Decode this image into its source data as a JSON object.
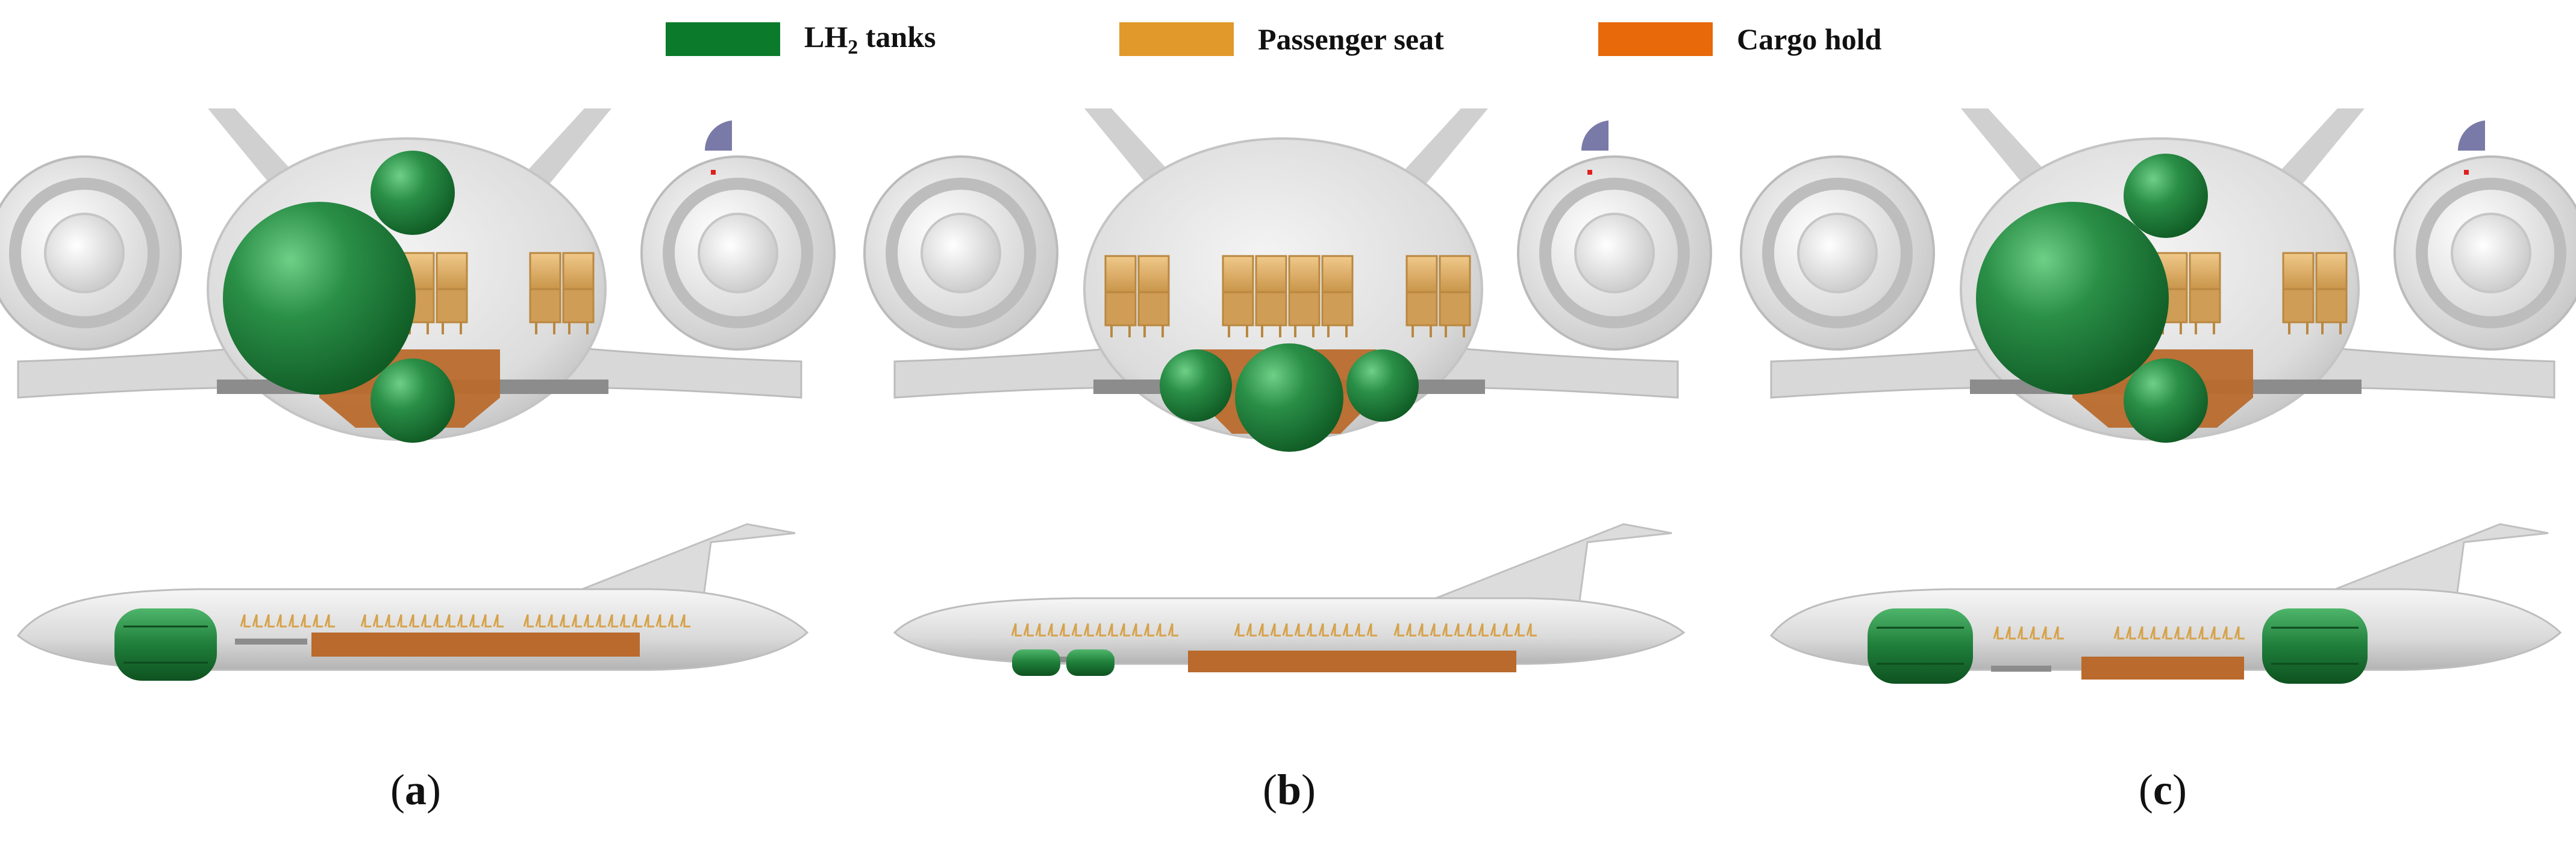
{
  "legend": [
    {
      "id": "lh2",
      "label_main": "LH",
      "label_sub": "2",
      "label_rest": " tanks",
      "color": "#0b7a2a"
    },
    {
      "id": "seat",
      "label": "Passenger seat",
      "color": "#e0992a"
    },
    {
      "id": "cargo",
      "label": "Cargo hold",
      "color": "#e8690a"
    }
  ],
  "panels": [
    {
      "id": "a",
      "letter": "a"
    },
    {
      "id": "b",
      "letter": "b"
    },
    {
      "id": "c",
      "letter": "c"
    }
  ],
  "colors": {
    "tank": "#2a8f47",
    "tank_dark": "#136a2c",
    "seat": "#d9aa5a",
    "cargo": "#b8662a",
    "fuselage": "#dcdcdc",
    "fuselage_shade": "#bdbdbd",
    "beam": "#8a8a8a"
  }
}
